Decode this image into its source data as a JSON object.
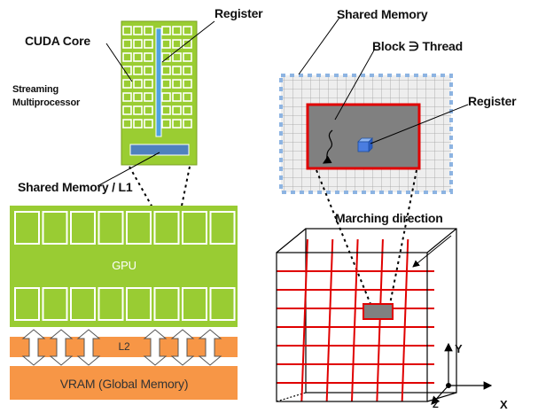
{
  "labels": {
    "register_top": "Register",
    "cuda_core": "CUDA Core",
    "streaming_mp_line1": "Streaming",
    "streaming_mp_line2": "Multiprocessor",
    "shared_memory_l1": "Shared Memory / L1",
    "gpu": "GPU",
    "l2": "L2",
    "vram": "VRAM (Global Memory)",
    "shared_memory": "Shared Memory",
    "block_thread": "Block ∋ Thread",
    "register_right": "Register",
    "marching_direction": "Marching direction",
    "axis_y": "Y",
    "axis_x": "X",
    "axis_z": "Z"
  },
  "colors": {
    "gpu_green": "#99cc33",
    "sm_green": "#9acd32",
    "orange": "#f79646",
    "red": "#e00000",
    "blue": "#4f81bd",
    "light_blue": "#8db4e2",
    "block_grey": "#808080"
  }
}
